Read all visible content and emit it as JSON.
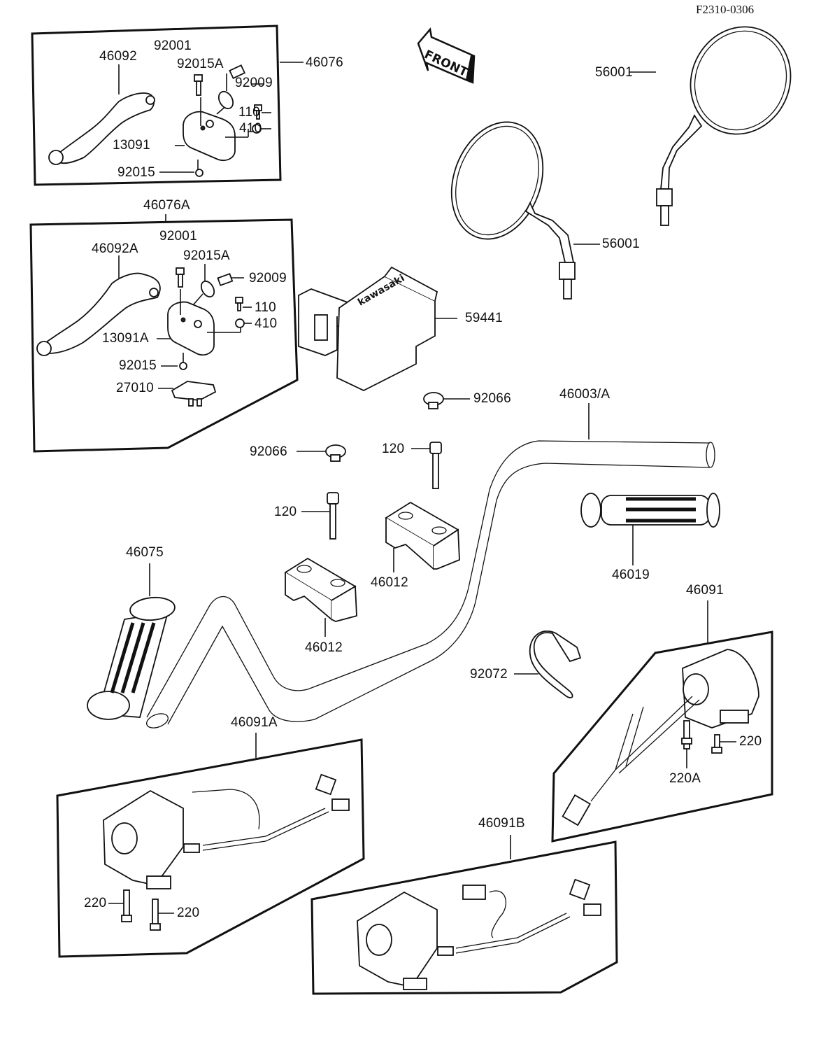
{
  "diagram": {
    "reference_code": "F2310-0306",
    "front_arrow_text": "FRONT",
    "brand_text": "kawasaki",
    "groups": {
      "lever_assembly": {
        "label": "46076",
        "parts": {
          "lever": "46092",
          "bolt": "92001",
          "collar": "92015A",
          "adjuster": "92009",
          "screw": "110",
          "nut": "410",
          "holder": "13091",
          "washer": "92015"
        }
      },
      "lever_assembly_a": {
        "label": "46076A",
        "parts": {
          "lever": "46092A",
          "bolt": "92001",
          "collar": "92015A",
          "adjuster": "92009",
          "screw": "110",
          "nut": "410",
          "holder": "13091A",
          "washer": "92015",
          "switch": "27010"
        }
      },
      "switch_right": {
        "label": "46091",
        "parts": {
          "screw": "220",
          "screw_a": "220A"
        }
      },
      "switch_left_a": {
        "label": "46091A",
        "parts": {
          "screw_1": "220",
          "screw_2": "220"
        }
      },
      "switch_left_b": {
        "label": "46091B"
      }
    },
    "parts": {
      "mirror_right": "56001",
      "mirror_left": "56001",
      "cover": "59441",
      "cap_1": "92066",
      "cap_2": "92066",
      "handlebar": "46003/A",
      "bolt_1": "120",
      "bolt_2": "120",
      "holder_upper": "46012",
      "holder_lower": "46012",
      "grip_right": "46019",
      "grip_left": "46075",
      "clamp": "92072"
    }
  }
}
